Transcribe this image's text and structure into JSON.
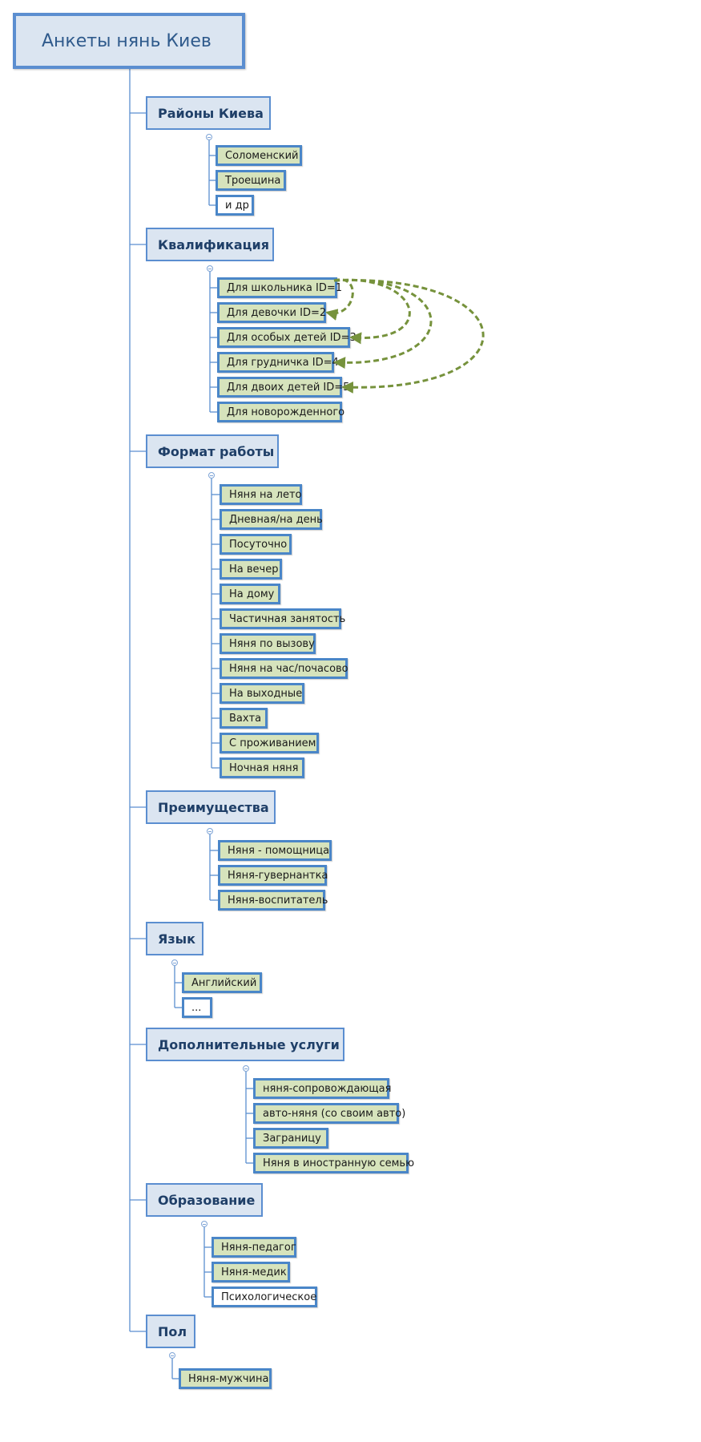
{
  "root": {
    "title": "Анкеты нянь Киев"
  },
  "categories": [
    {
      "label": "Районы Киева",
      "items": [
        {
          "label": "Соломенский",
          "style": "green"
        },
        {
          "label": "Троещина",
          "style": "green"
        },
        {
          "label": "и др",
          "style": "white"
        }
      ]
    },
    {
      "label": "Квалификация",
      "items": [
        {
          "label": "Для школьника ID=1",
          "style": "green"
        },
        {
          "label": "Для девочки  ID=2",
          "style": "green"
        },
        {
          "label": "Для особых детей  ID=3",
          "style": "green"
        },
        {
          "label": "Для грудничка  ID=4",
          "style": "green"
        },
        {
          "label": "Для двоих детей  ID=5",
          "style": "green"
        },
        {
          "label": "Для новорожденного",
          "style": "green"
        }
      ]
    },
    {
      "label": "Формат работы",
      "items": [
        {
          "label": "Няня на лето",
          "style": "green"
        },
        {
          "label": "Дневная/на день",
          "style": "green"
        },
        {
          "label": "Посуточно",
          "style": "green"
        },
        {
          "label": "На вечер",
          "style": "green"
        },
        {
          "label": "На дому",
          "style": "green"
        },
        {
          "label": "Частичная занятость",
          "style": "green"
        },
        {
          "label": "Няня по вызову",
          "style": "green"
        },
        {
          "label": "Няня на час/почасово",
          "style": "green"
        },
        {
          "label": "На выходные",
          "style": "green"
        },
        {
          "label": "Вахта",
          "style": "green"
        },
        {
          "label": "С проживанием",
          "style": "green"
        },
        {
          "label": "Ночная няня",
          "style": "green"
        }
      ]
    },
    {
      "label": "Преимущества",
      "items": [
        {
          "label": "Няня - помощница",
          "style": "green"
        },
        {
          "label": "Няня-гувернантка",
          "style": "green"
        },
        {
          "label": "Няня-воспитатель",
          "style": "green"
        }
      ]
    },
    {
      "label": "Язык",
      "items": [
        {
          "label": "Английский",
          "style": "green"
        },
        {
          "label": "...",
          "style": "white"
        }
      ]
    },
    {
      "label": "Дополнительные услуги",
      "items": [
        {
          "label": "няня-сопровождающая",
          "style": "green"
        },
        {
          "label": "авто-няня (со своим авто)",
          "style": "green"
        },
        {
          "label": "Заграницу",
          "style": "green"
        },
        {
          "label": "Няня в иностранную семью",
          "style": "green"
        }
      ]
    },
    {
      "label": "Образование",
      "items": [
        {
          "label": "Няня-педагог",
          "style": "green"
        },
        {
          "label": "Няня-медик",
          "style": "green"
        },
        {
          "label": "Психологическое",
          "style": "white"
        }
      ]
    },
    {
      "label": "Пол",
      "items": [
        {
          "label": "Няня-мужчина",
          "style": "green"
        }
      ]
    }
  ],
  "relationships": {
    "from": "Для школьника ID=1",
    "to": [
      "Для девочки  ID=2",
      "Для особых детей  ID=3",
      "Для грудничка  ID=4",
      "Для двоих детей  ID=5"
    ]
  },
  "colors": {
    "connector": "#5b8ed0",
    "relation_arrow": "#76923c",
    "leaf_green": "#d6e3bc",
    "box_fill": "#dbe5f1"
  }
}
